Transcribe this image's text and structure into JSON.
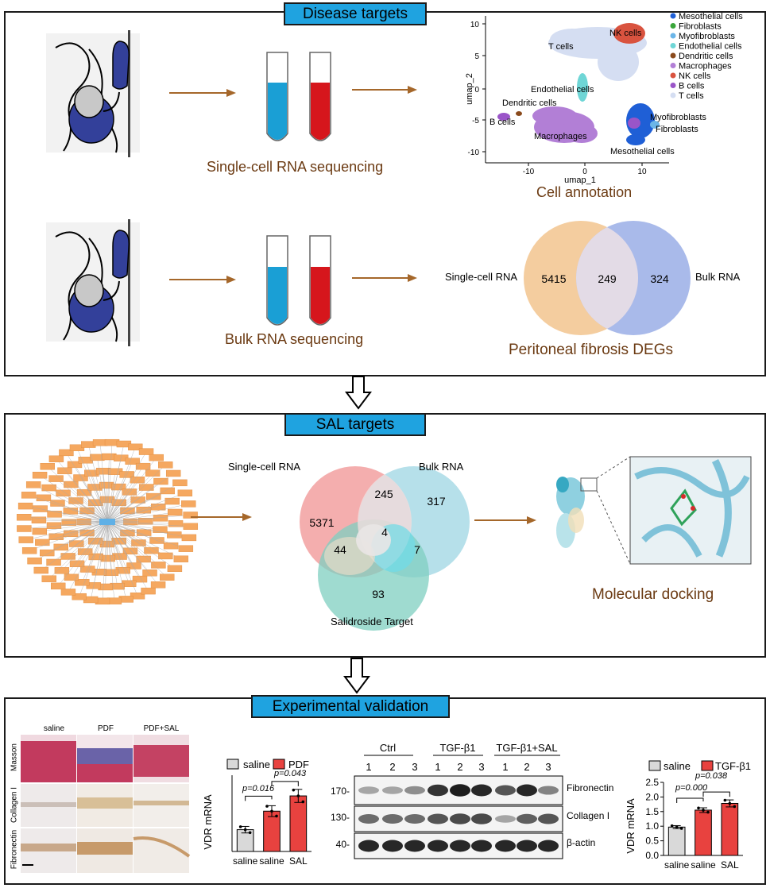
{
  "section1": {
    "title": "Disease targets",
    "scrna_caption": "Single-cell RNA sequencing",
    "bulk_caption": "Bulk RNA sequencing",
    "umap": {
      "caption": "Cell annotation",
      "xlabel": "umap_1",
      "ylabel": "umap_2",
      "xticks": [
        "-10",
        "0",
        "10"
      ],
      "yticks": [
        "10",
        "5",
        "0",
        "-5",
        "-10"
      ],
      "legend": [
        {
          "name": "Mesothelial cells",
          "color": "#1f5fd6"
        },
        {
          "name": "Fibroblasts",
          "color": "#3aa53a"
        },
        {
          "name": "Myofibroblasts",
          "color": "#6bb5e8"
        },
        {
          "name": "Endothelial cells",
          "color": "#6fd6d6"
        },
        {
          "name": "Dendritic cells",
          "color": "#8a4a1c"
        },
        {
          "name": "Macrophages",
          "color": "#b27fd6"
        },
        {
          "name": "NK cells",
          "color": "#d9533f"
        },
        {
          "name": "B cells",
          "color": "#9a55c8"
        },
        {
          "name": "T cells",
          "color": "#d5def2"
        }
      ],
      "cluster_labels": [
        "NK cells",
        "T cells",
        "Endothelial cells",
        "Dendritic cells",
        "B cells",
        "Macrophages",
        "Myofibroblasts",
        "Fibroblasts",
        "Mesothelial cells"
      ]
    },
    "venn": {
      "left_label": "Single-cell RNA",
      "right_label": "Bulk RNA",
      "left_only": "5415",
      "overlap": "249",
      "right_only": "324",
      "caption": "Peritoneal fibrosis  DEGs"
    }
  },
  "section2": {
    "title": "SAL targets",
    "venn3": {
      "a_label": "Single-cell RNA",
      "b_label": "Bulk RNA",
      "c_label": "Salidroside Target",
      "a_only": "5371",
      "ab": "245",
      "b_only": "317",
      "abc": "4",
      "ac": "44",
      "bc": "7",
      "c_only": "93"
    },
    "docking_caption": "Molecular docking"
  },
  "section3": {
    "title": "Experimental validation",
    "histology": {
      "columns": [
        "saline",
        "PDF",
        "PDF+SAL"
      ],
      "rows": [
        "Masson",
        "Collagen I",
        "Fibronectin"
      ]
    },
    "chart1": {
      "legend": [
        "saline",
        "PDF"
      ],
      "ylabel": "VDR mRNA",
      "categories": [
        "saline",
        "saline",
        "SAL"
      ],
      "p1": "p=0.016",
      "p2": "p=0.043"
    },
    "blot": {
      "groups": [
        "Ctrl",
        "TGF-β1",
        "TGF-β1+SAL"
      ],
      "lanes": [
        "1",
        "2",
        "3",
        "1",
        "2",
        "3",
        "1",
        "2",
        "3"
      ],
      "markers": [
        "170-",
        "130-",
        "40-"
      ],
      "proteins": [
        "Fibronectin",
        "Collagen I",
        "β-actin"
      ]
    },
    "chart2": {
      "legend": [
        "saline",
        "TGF-β1"
      ],
      "ylabel": "VDR mRNA",
      "categories": [
        "saline",
        "saline",
        "SAL"
      ],
      "yticks": [
        "0.0",
        "0.5",
        "1.0",
        "1.5",
        "2.0",
        "2.5"
      ],
      "p1": "p=0.000",
      "p2": "p=0.038"
    }
  },
  "chart_data": [
    {
      "type": "bar",
      "categories": [
        "saline",
        "saline",
        "SAL"
      ],
      "ylabel": "VDR mRNA",
      "values": [
        1.0,
        1.85,
        2.55
      ],
      "errors": [
        0.15,
        0.25,
        0.3
      ],
      "colors": [
        "#d9d9d9",
        "#e8423f",
        "#e8423f"
      ],
      "ylim": [
        0,
        3.5
      ]
    },
    {
      "type": "bar",
      "categories": [
        "saline",
        "saline",
        "SAL"
      ],
      "ylabel": "VDR mRNA",
      "values": [
        0.97,
        1.55,
        1.78
      ],
      "errors": [
        0.05,
        0.08,
        0.12
      ],
      "colors": [
        "#d9d9d9",
        "#e8423f",
        "#e8423f"
      ],
      "ylim": [
        0,
        2.5
      ]
    }
  ]
}
